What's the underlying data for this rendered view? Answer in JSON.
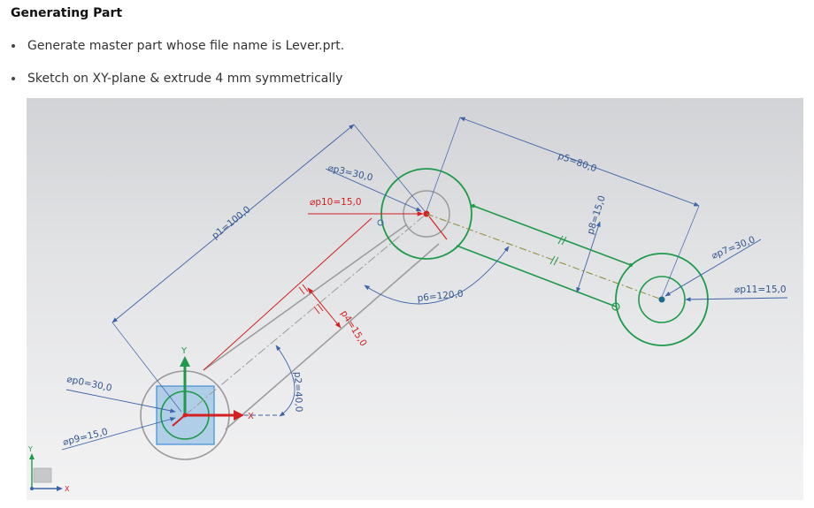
{
  "heading": "Generating Part",
  "bullets": [
    "Generate master part whose file name is Lever.prt.",
    "Sketch on XY-plane & extrude 4 mm symmetrically"
  ],
  "dimensions": {
    "p0": "⌀p0=30,0",
    "p1": "p1=100,0",
    "p2": "p2=40,0",
    "p3": "⌀p3=30,0",
    "p4": "p4=15,0",
    "p5": "p5=80,0",
    "p6": "p6=120,0",
    "p7": "⌀p7=30,0",
    "p8": "p8=15,0",
    "p9": "⌀p9=15,0",
    "p10": "⌀p10=15,0",
    "p11": "⌀p11=15,0"
  },
  "axes": {
    "x": "X",
    "y": "Y",
    "triad_x": "X",
    "triad_y": "Y"
  },
  "colors": {
    "sketch_green": "#1e9a4a",
    "dimension_blue": "#3d63a8",
    "active_red": "#d42020",
    "construction_gray": "#9a9a9a",
    "plane_blue": "#9cc3e6"
  }
}
